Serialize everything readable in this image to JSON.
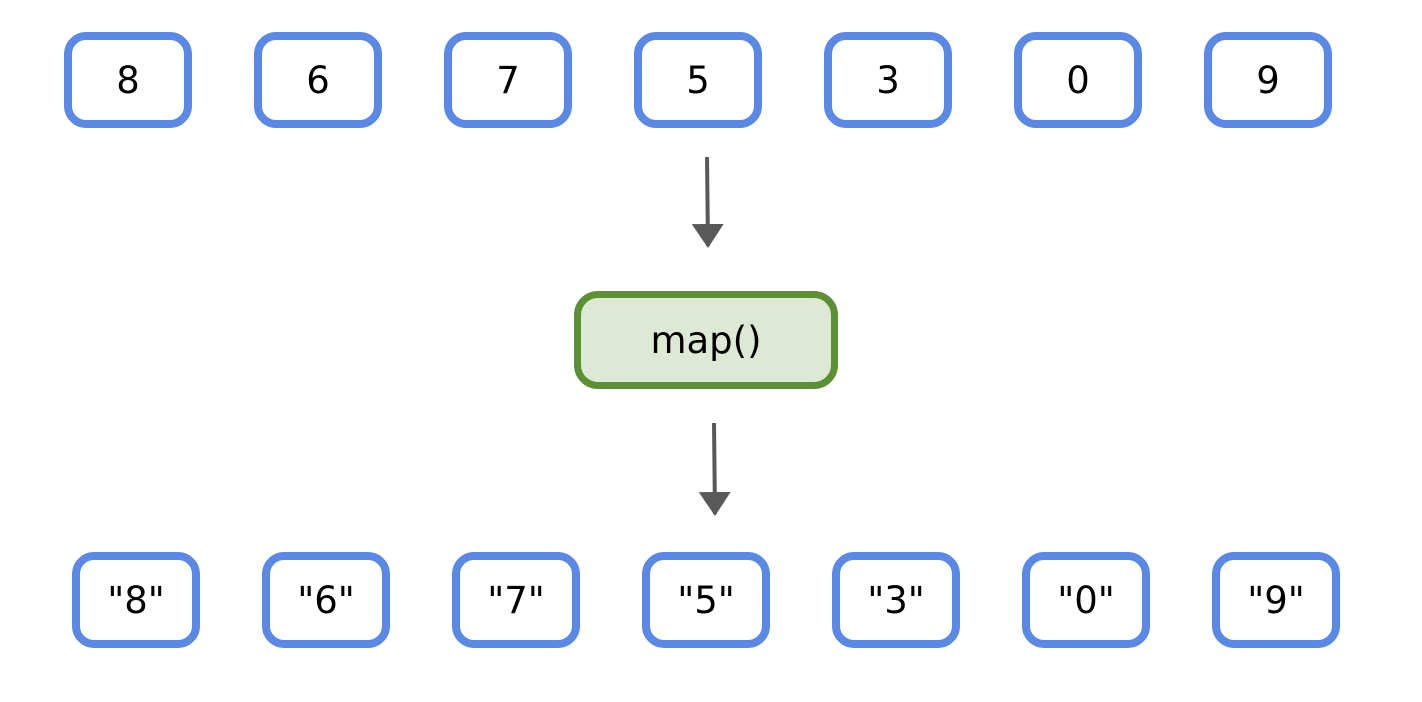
{
  "input_items": [
    "8",
    "6",
    "7",
    "5",
    "3",
    "0",
    "9"
  ],
  "operation": {
    "label": "map()"
  },
  "output_items": [
    "\"8\"",
    "\"6\"",
    "\"7\"",
    "\"5\"",
    "\"3\"",
    "\"0\"",
    "\"9\""
  ],
  "colors": {
    "item_border": "#5a88e6",
    "operation_border": "#5c9035",
    "operation_fill": "#dde9d4",
    "arrow": "#595959"
  }
}
